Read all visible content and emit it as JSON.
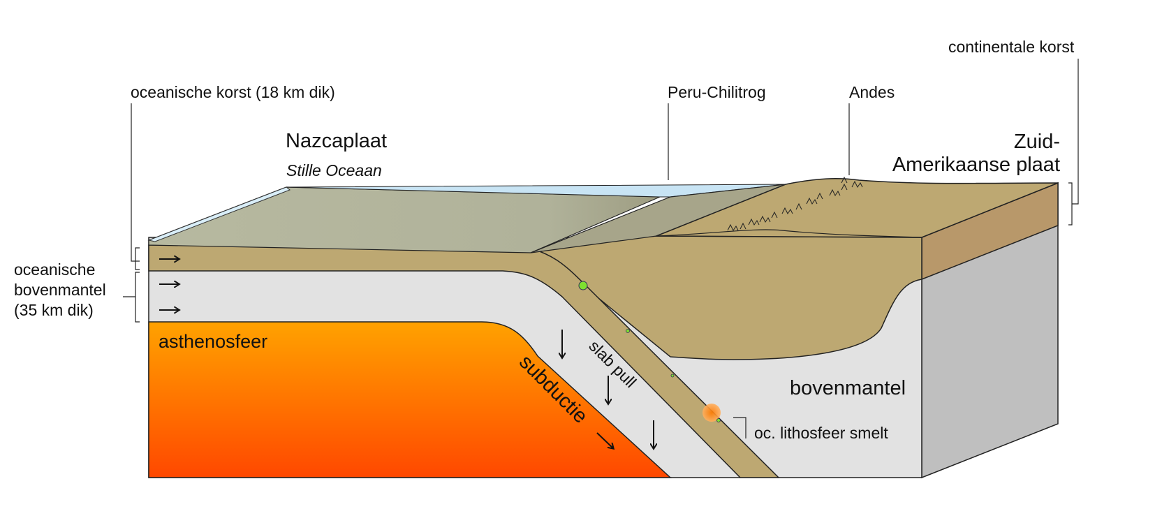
{
  "labels": {
    "oceanic_crust": "oceanische korst (18 km dik)",
    "trench": "Peru-Chilitrog",
    "andes": "Andes",
    "continental_crust": "continentale korst",
    "nazca_plate": "Nazcaplaat",
    "pacific_ocean": "Stille Oceaan",
    "south_american_plate_line1": "Zuid-",
    "south_american_plate_line2": "Amerikaanse plaat",
    "oceanic_upper_mantle_line1": "oceanische",
    "oceanic_upper_mantle_line2": "bovenmantel",
    "oceanic_upper_mantle_line3": "(35 km dik)",
    "asthenosphere": "asthenosfeer",
    "subduction": "subductie",
    "slab_pull": "slab pull",
    "upper_mantle": "bovenmantel",
    "lithosphere_melts": "oc. lithosfeer smelt"
  },
  "colors": {
    "crust": "#bda872",
    "crust_top": "#aeb093",
    "mantle": "#e2e2e2",
    "side_gray": "#bfbfbf",
    "continental_side": "#b8986a",
    "ocean": "#c8e4f4",
    "asthenosphere_top": "#ffa200",
    "asthenosphere_bottom": "#ff4800",
    "green_marker": "#7ee030"
  }
}
